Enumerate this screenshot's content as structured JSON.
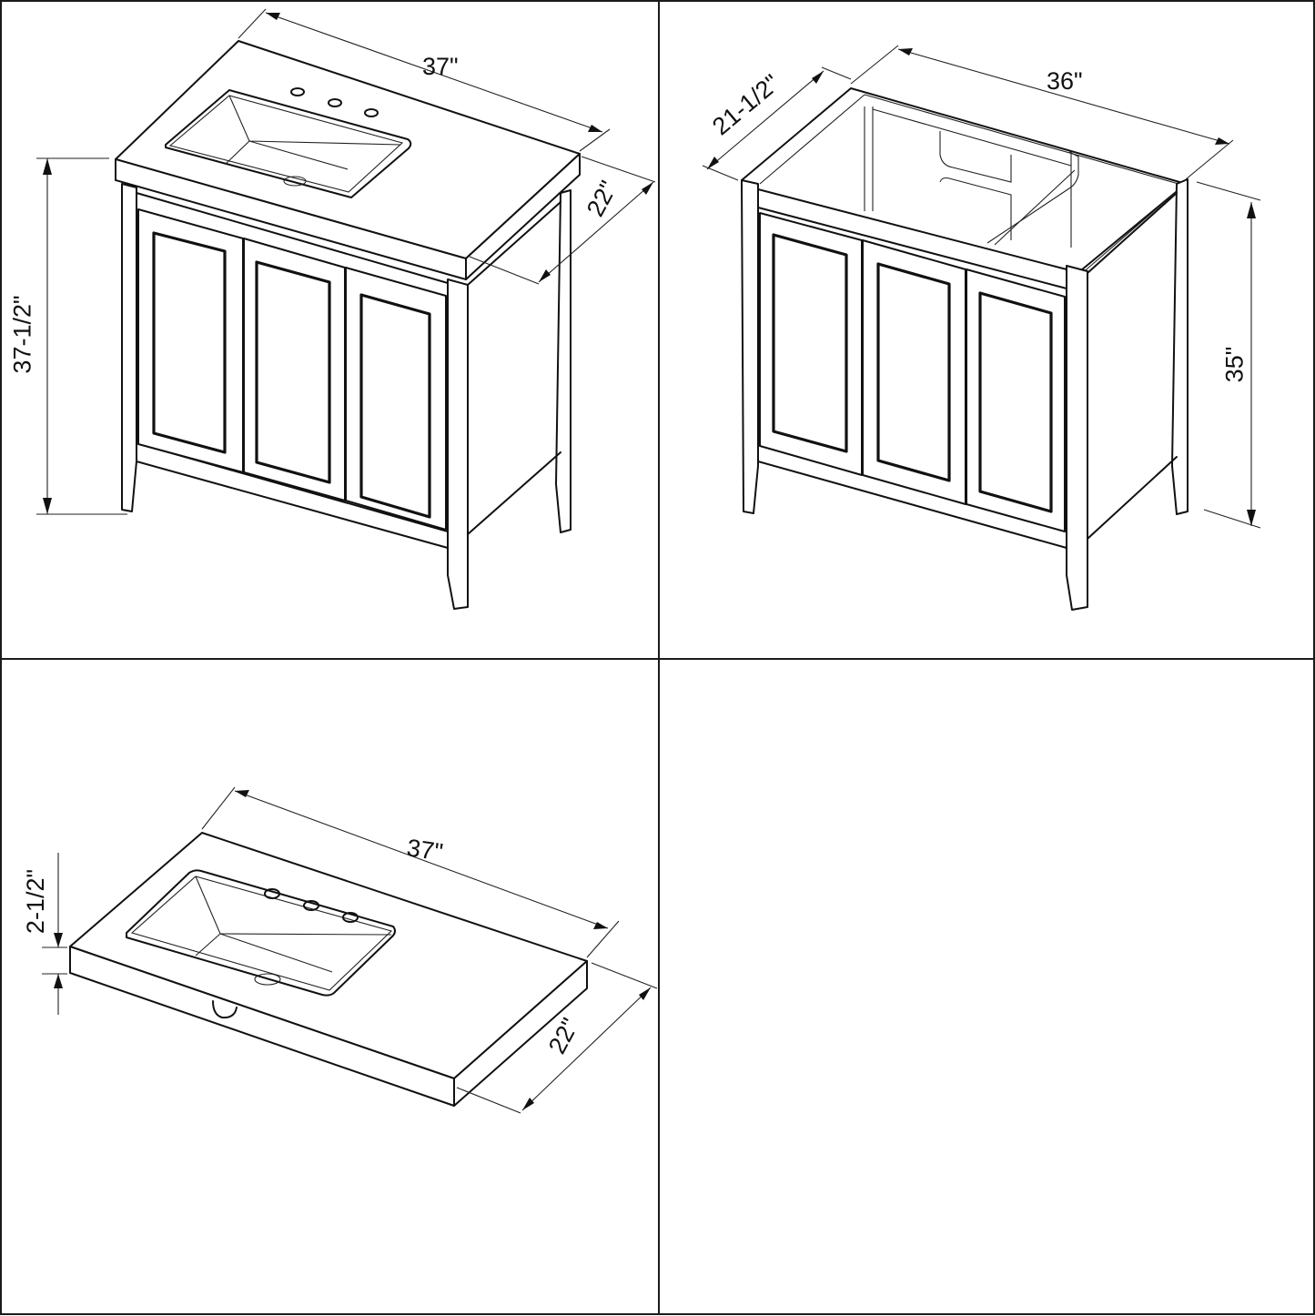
{
  "sheet": {
    "background": "#ffffff",
    "line_color": "#111111",
    "layout": "2x2 grid"
  },
  "panels": [
    {
      "id": "vanity-with-top",
      "description": "Vanity cabinet with countertop and left offset sink, 3 doors, 3 faucet holes",
      "dimensions": {
        "width": "37\"",
        "depth": "22\"",
        "height": "37-1/2\""
      }
    },
    {
      "id": "vanity-base",
      "description": "Vanity base cabinet without top, 3 doors",
      "dimensions": {
        "width": "36\"",
        "depth": "21-1/2\"",
        "height": "35\""
      }
    },
    {
      "id": "countertop",
      "description": "Countertop with left offset undermount sink and 3 faucet holes",
      "dimensions": {
        "width": "37\"",
        "depth": "22\"",
        "thickness": "2-1/2\""
      }
    },
    {
      "id": "empty-panel",
      "description": ""
    }
  ]
}
